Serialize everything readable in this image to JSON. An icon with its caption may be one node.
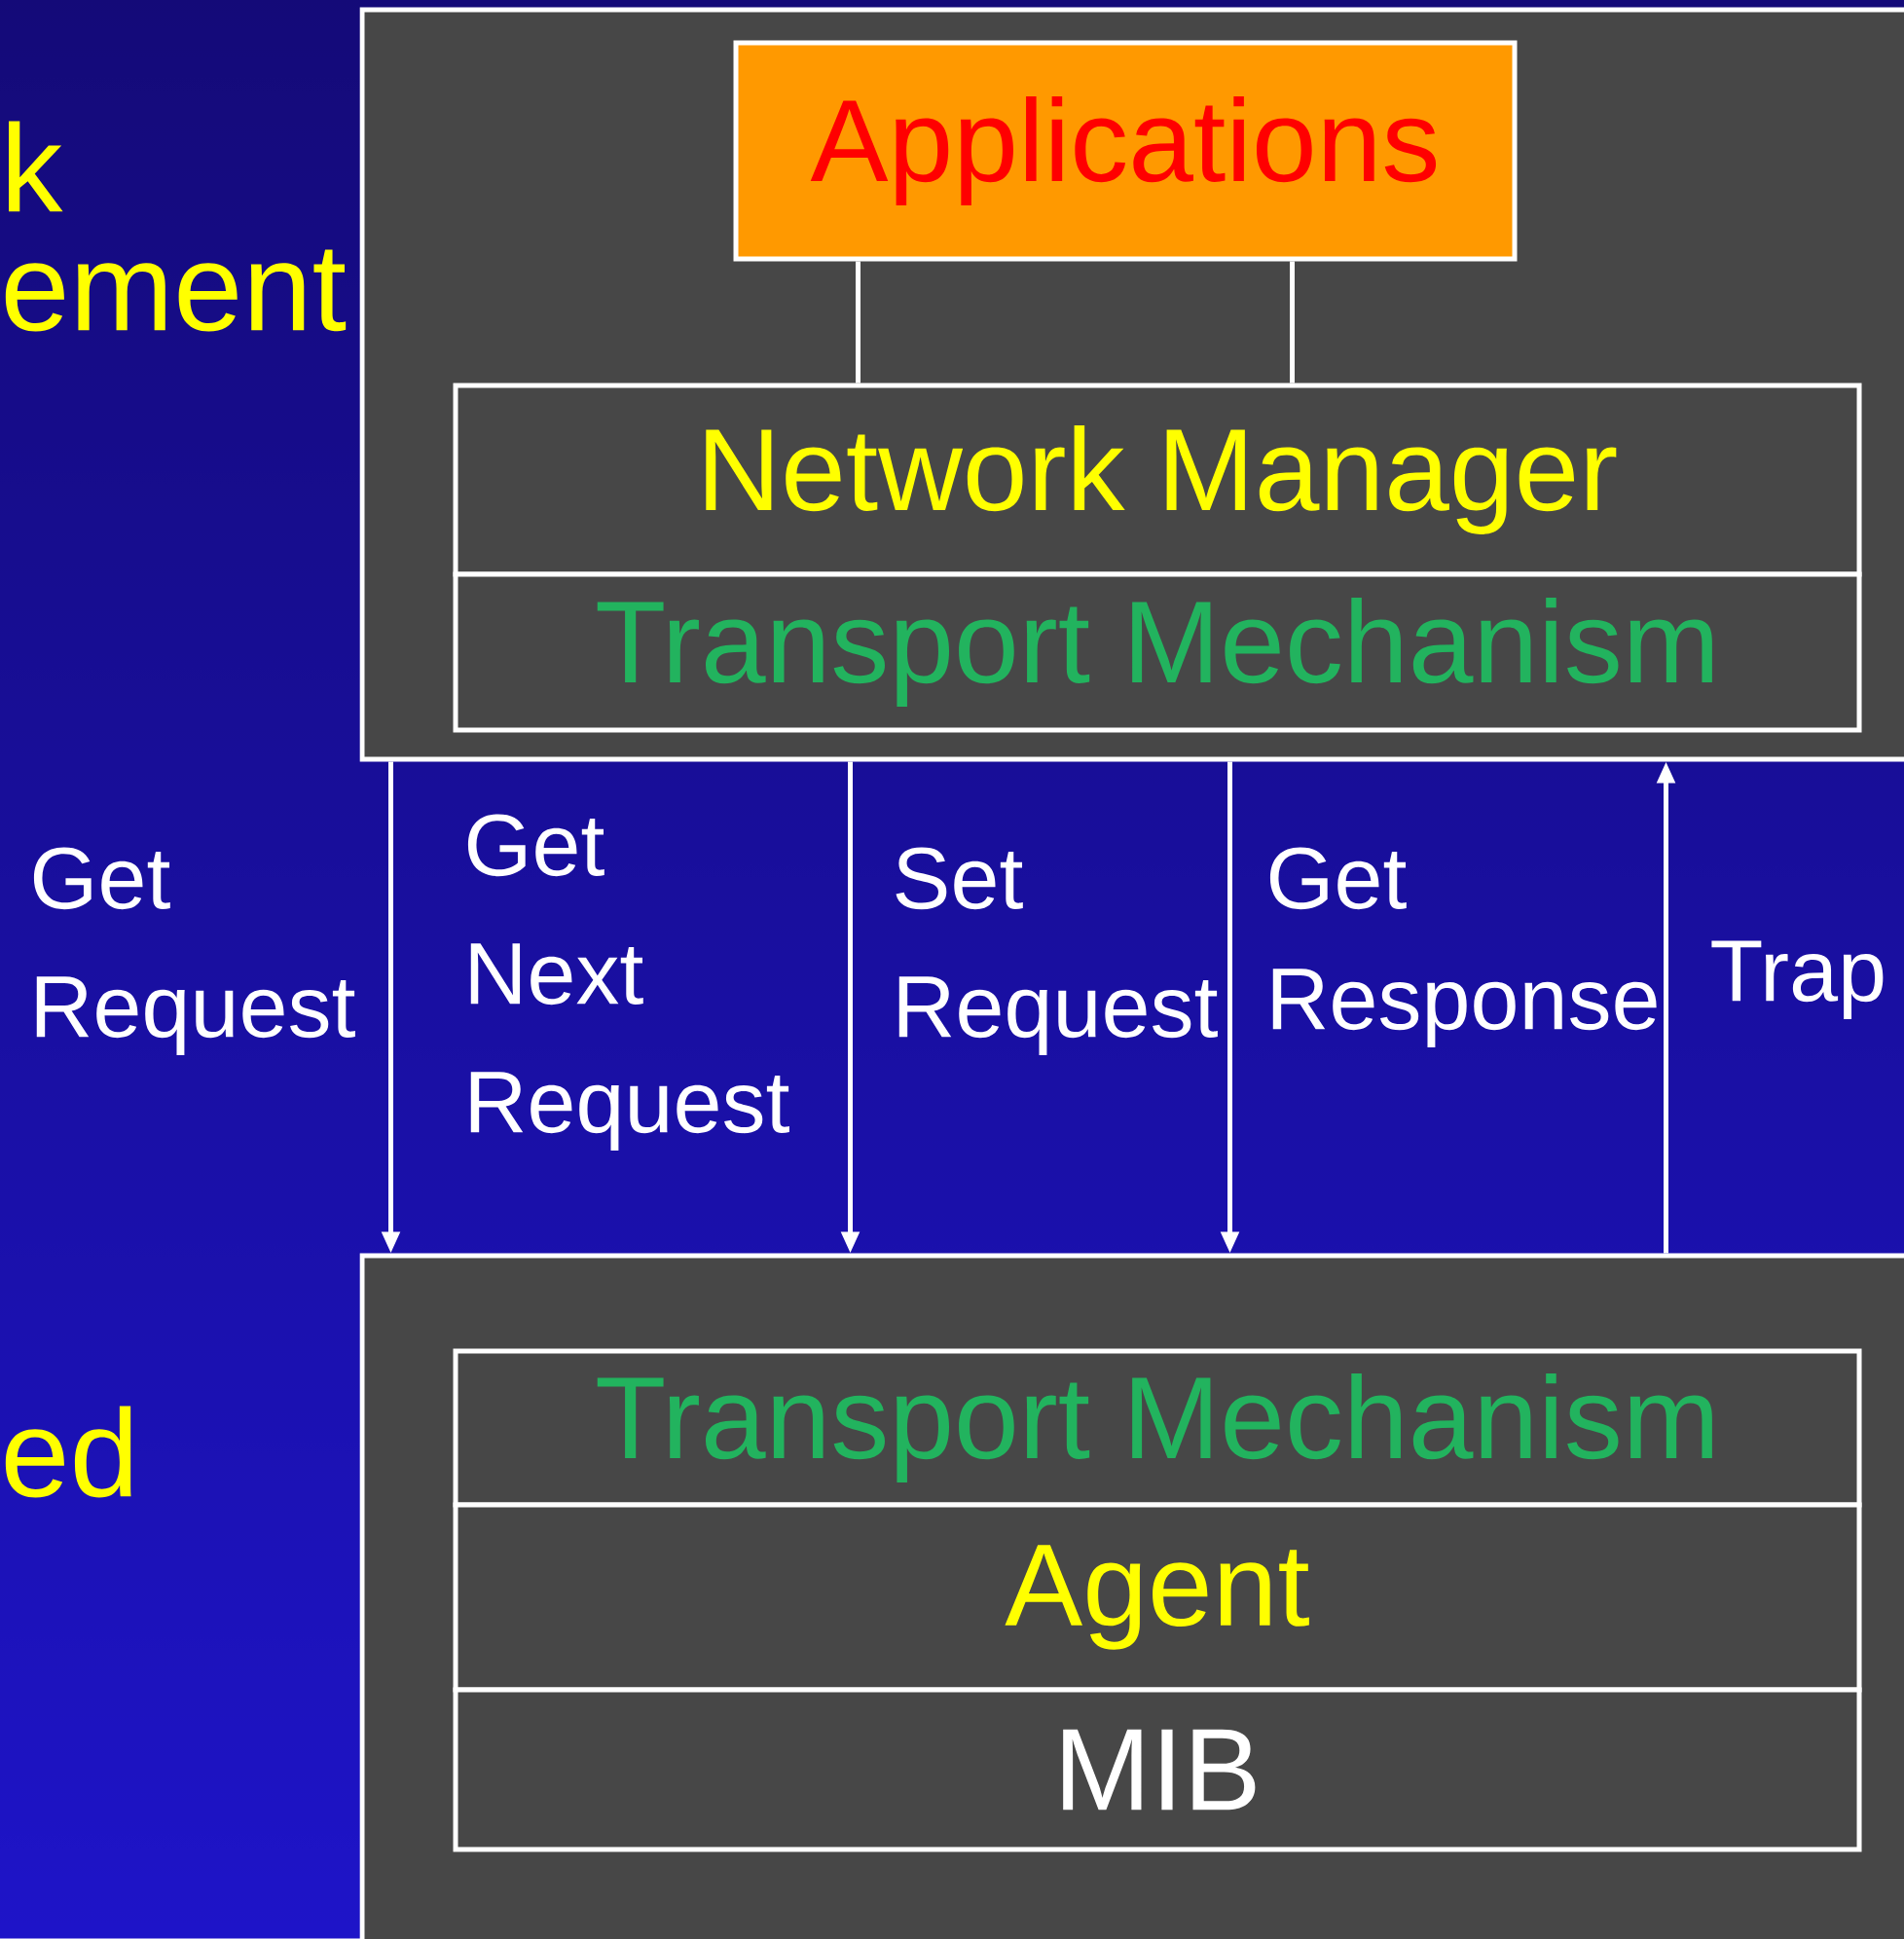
{
  "diagram": {
    "nodes": [
      {
        "text": [],
        "shape": "box"
      },
      {
        "text": [
          "Applications"
        ],
        "in": 0
      },
      {
        "text": [
          "Network Manager"
        ],
        "in": 0
      },
      {
        "text": [
          "Transport Mechanism"
        ],
        "in": 0
      },
      {
        "text": [],
        "shape": "box"
      },
      {
        "text": [
          "Transport Mechanism"
        ],
        "in": 4
      },
      {
        "text": [
          "Agent"
        ],
        "in": 4
      },
      {
        "text": [
          "MIB"
        ],
        "in": 4
      }
    ],
    "edges": [
      {
        "from": 1,
        "to": 2,
        "arrow": "none"
      },
      {
        "from": 1,
        "to": 2,
        "arrow": "none"
      },
      {
        "from": 0,
        "to": 4,
        "arrow": "to",
        "label": "Get Request"
      },
      {
        "from": 0,
        "to": 4,
        "arrow": "to",
        "label": "Get Next Request"
      },
      {
        "from": 0,
        "to": 4,
        "arrow": "to",
        "label": "Set Request"
      },
      {
        "from": 4,
        "to": 0,
        "arrow": "to",
        "label": "Trap"
      }
    ],
    "labels": [
      "k",
      "ement",
      "ed",
      "Get Response"
    ]
  }
}
